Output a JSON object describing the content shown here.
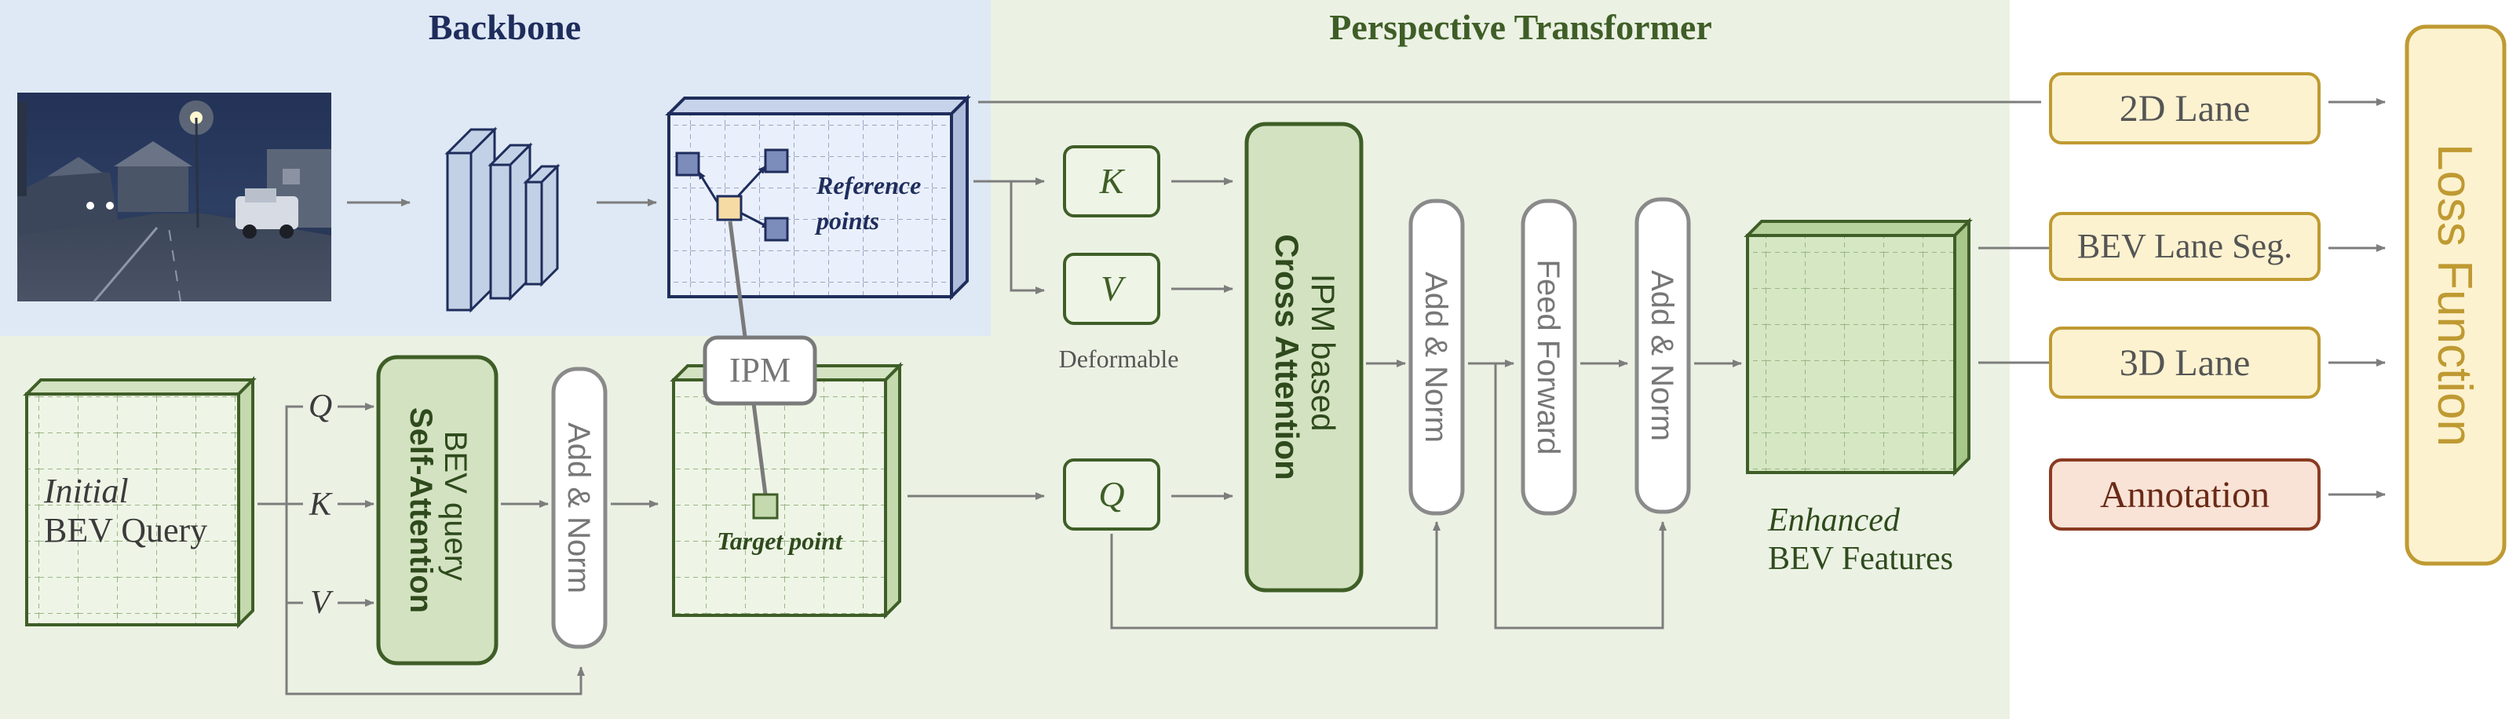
{
  "regions": {
    "backbone_title": "Backbone",
    "transformer_title": "Perspective Transformer"
  },
  "inputs": {
    "bev_query_line1": "Initial",
    "bev_query_line2": "BEV Query",
    "q": "Q",
    "k": "K",
    "v": "V"
  },
  "modules": {
    "self_attention_line1": "BEV query",
    "self_attention_line2": "Self-Attention",
    "add_norm": "Add & Norm",
    "cross_attention_line1": "IPM based",
    "cross_attention_line2": "Cross Attention",
    "feed_forward": "Feed Forward",
    "deformable": "Deformable",
    "k": "K",
    "v": "V",
    "q": "Q"
  },
  "grid_labels": {
    "reference_line1": "Reference",
    "reference_line2": "points",
    "target": "Target point",
    "ipm": "IPM"
  },
  "features": {
    "enhanced_line1": "Enhanced",
    "enhanced_line2": "BEV Features"
  },
  "outputs": {
    "lane_2d": "2D Lane",
    "bev_seg": "BEV Lane Seg.",
    "lane_3d": "3D Lane",
    "annotation": "Annotation",
    "loss": "Loss Function"
  },
  "colors": {
    "backbone_bg": "#dfe9f5",
    "transformer_bg": "#ebf2e4",
    "green_border": "#3f5e27",
    "navy": "#1f2d5c",
    "output_fill": "#fdf2cf",
    "output_border": "#bf9a32",
    "annotation_fill": "#f9e2d6",
    "annotation_border": "#8a3b22"
  }
}
